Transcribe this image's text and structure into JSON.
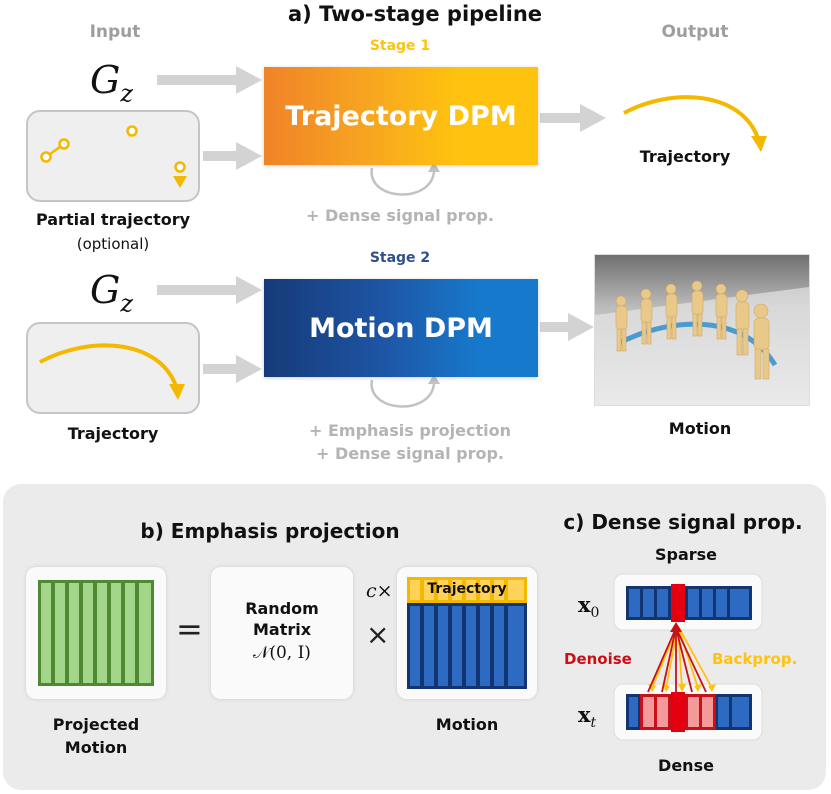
{
  "section_a": {
    "title": "a) Two-stage pipeline",
    "input_header": "Input",
    "output_header": "Output",
    "stage1": {
      "label": "Stage 1",
      "label_color": "#ffc20e",
      "condition": "G_z",
      "model_name": "Trajectory DPM",
      "input_caption": "Partial trajectory",
      "input_caption_sub": "(optional)",
      "technique": "+ Dense signal prop.",
      "output_caption": "Trajectory"
    },
    "stage2": {
      "label": "Stage 2",
      "label_color": "#2d4f8e",
      "condition": "G_z",
      "model_name": "Motion DPM",
      "input_caption": "Trajectory",
      "technique_1": "+ Emphasis projection",
      "technique_2": "+ Dense signal prop.",
      "output_caption": "Motion"
    }
  },
  "section_b": {
    "title": "b) Emphasis projection",
    "projected_caption_1": "Projected",
    "projected_caption_2": "Motion",
    "equals": "=",
    "matrix_line1": "Random",
    "matrix_line2": "Matrix",
    "matrix_dist": "𝒩(0, I)",
    "times": "×",
    "scale": "c×",
    "trajectory_row": "Trajectory",
    "motion_caption": "Motion"
  },
  "section_c": {
    "title": "c) Dense signal prop.",
    "sparse_label": "Sparse",
    "dense_label": "Dense",
    "x0_label": "x",
    "x0_sub": "0",
    "xt_label": "x",
    "xt_sub": "t",
    "denoise_label": "Denoise",
    "backprop_label": "Backprop."
  },
  "colors": {
    "trajectory_gold": "#f5b800",
    "denoise_red": "#c8101a",
    "backprop_gold": "#ffc20e",
    "motion_blue": "#1e4a92",
    "projected_green": "#8cc56c"
  }
}
